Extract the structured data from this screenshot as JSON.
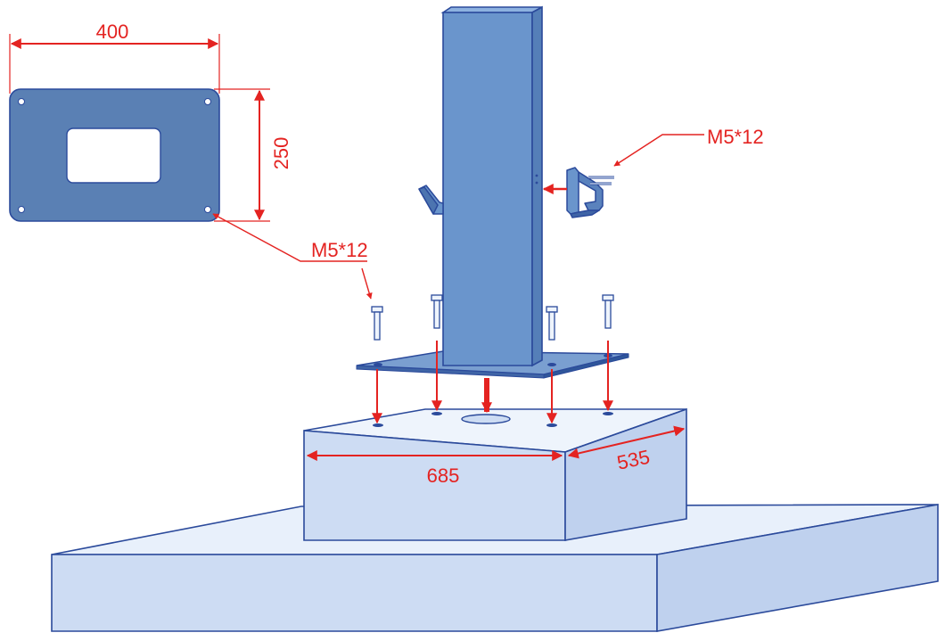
{
  "dimensions": {
    "plate_width": "400",
    "plate_height": "250",
    "base_front": "685",
    "base_side": "535"
  },
  "callouts": {
    "plate_bolt": "M5*12",
    "bracket_bolt": "M5*12"
  },
  "colors": {
    "annotation": "#e42321",
    "outline": "#2b4a9b",
    "plate_fill": "#5a80b4",
    "pole_front": "#6a95cc",
    "pole_side": "#557fb8",
    "pole_top": "#8eb2e0",
    "base_top": "#e8f0fb",
    "base_front": "#cddcf3",
    "base_side": "#bfd1ee"
  }
}
